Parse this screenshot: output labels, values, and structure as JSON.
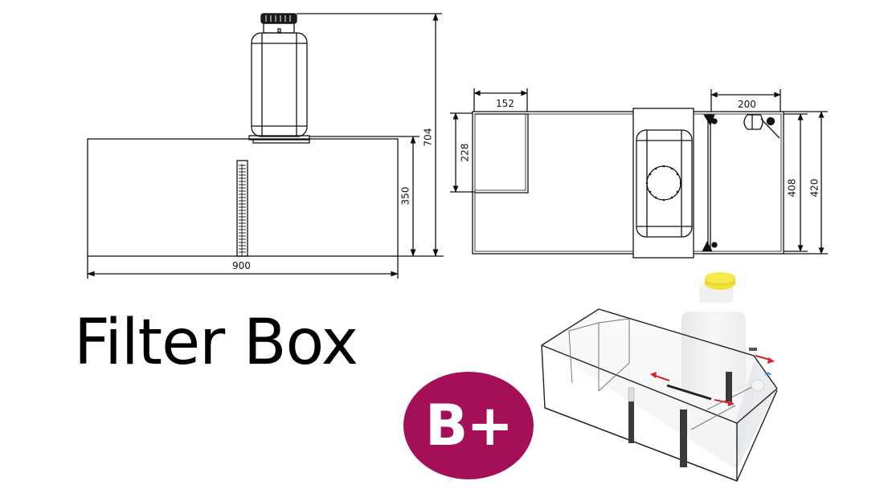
{
  "title": "Filter Box",
  "badge": {
    "label": "B+",
    "color": "#a50f58"
  },
  "side_view": {
    "width_label": "900",
    "box_height_label": "350",
    "total_height_label": "704"
  },
  "top_view": {
    "compartment_width_label": "152",
    "compartment_depth_label": "228",
    "right_chamber_width_label": "200",
    "inner_depth_label": "408",
    "outer_depth_label": "420"
  },
  "render_3d": {
    "cap_color": "#f2e13a",
    "arrow_color": "#d8232a"
  }
}
